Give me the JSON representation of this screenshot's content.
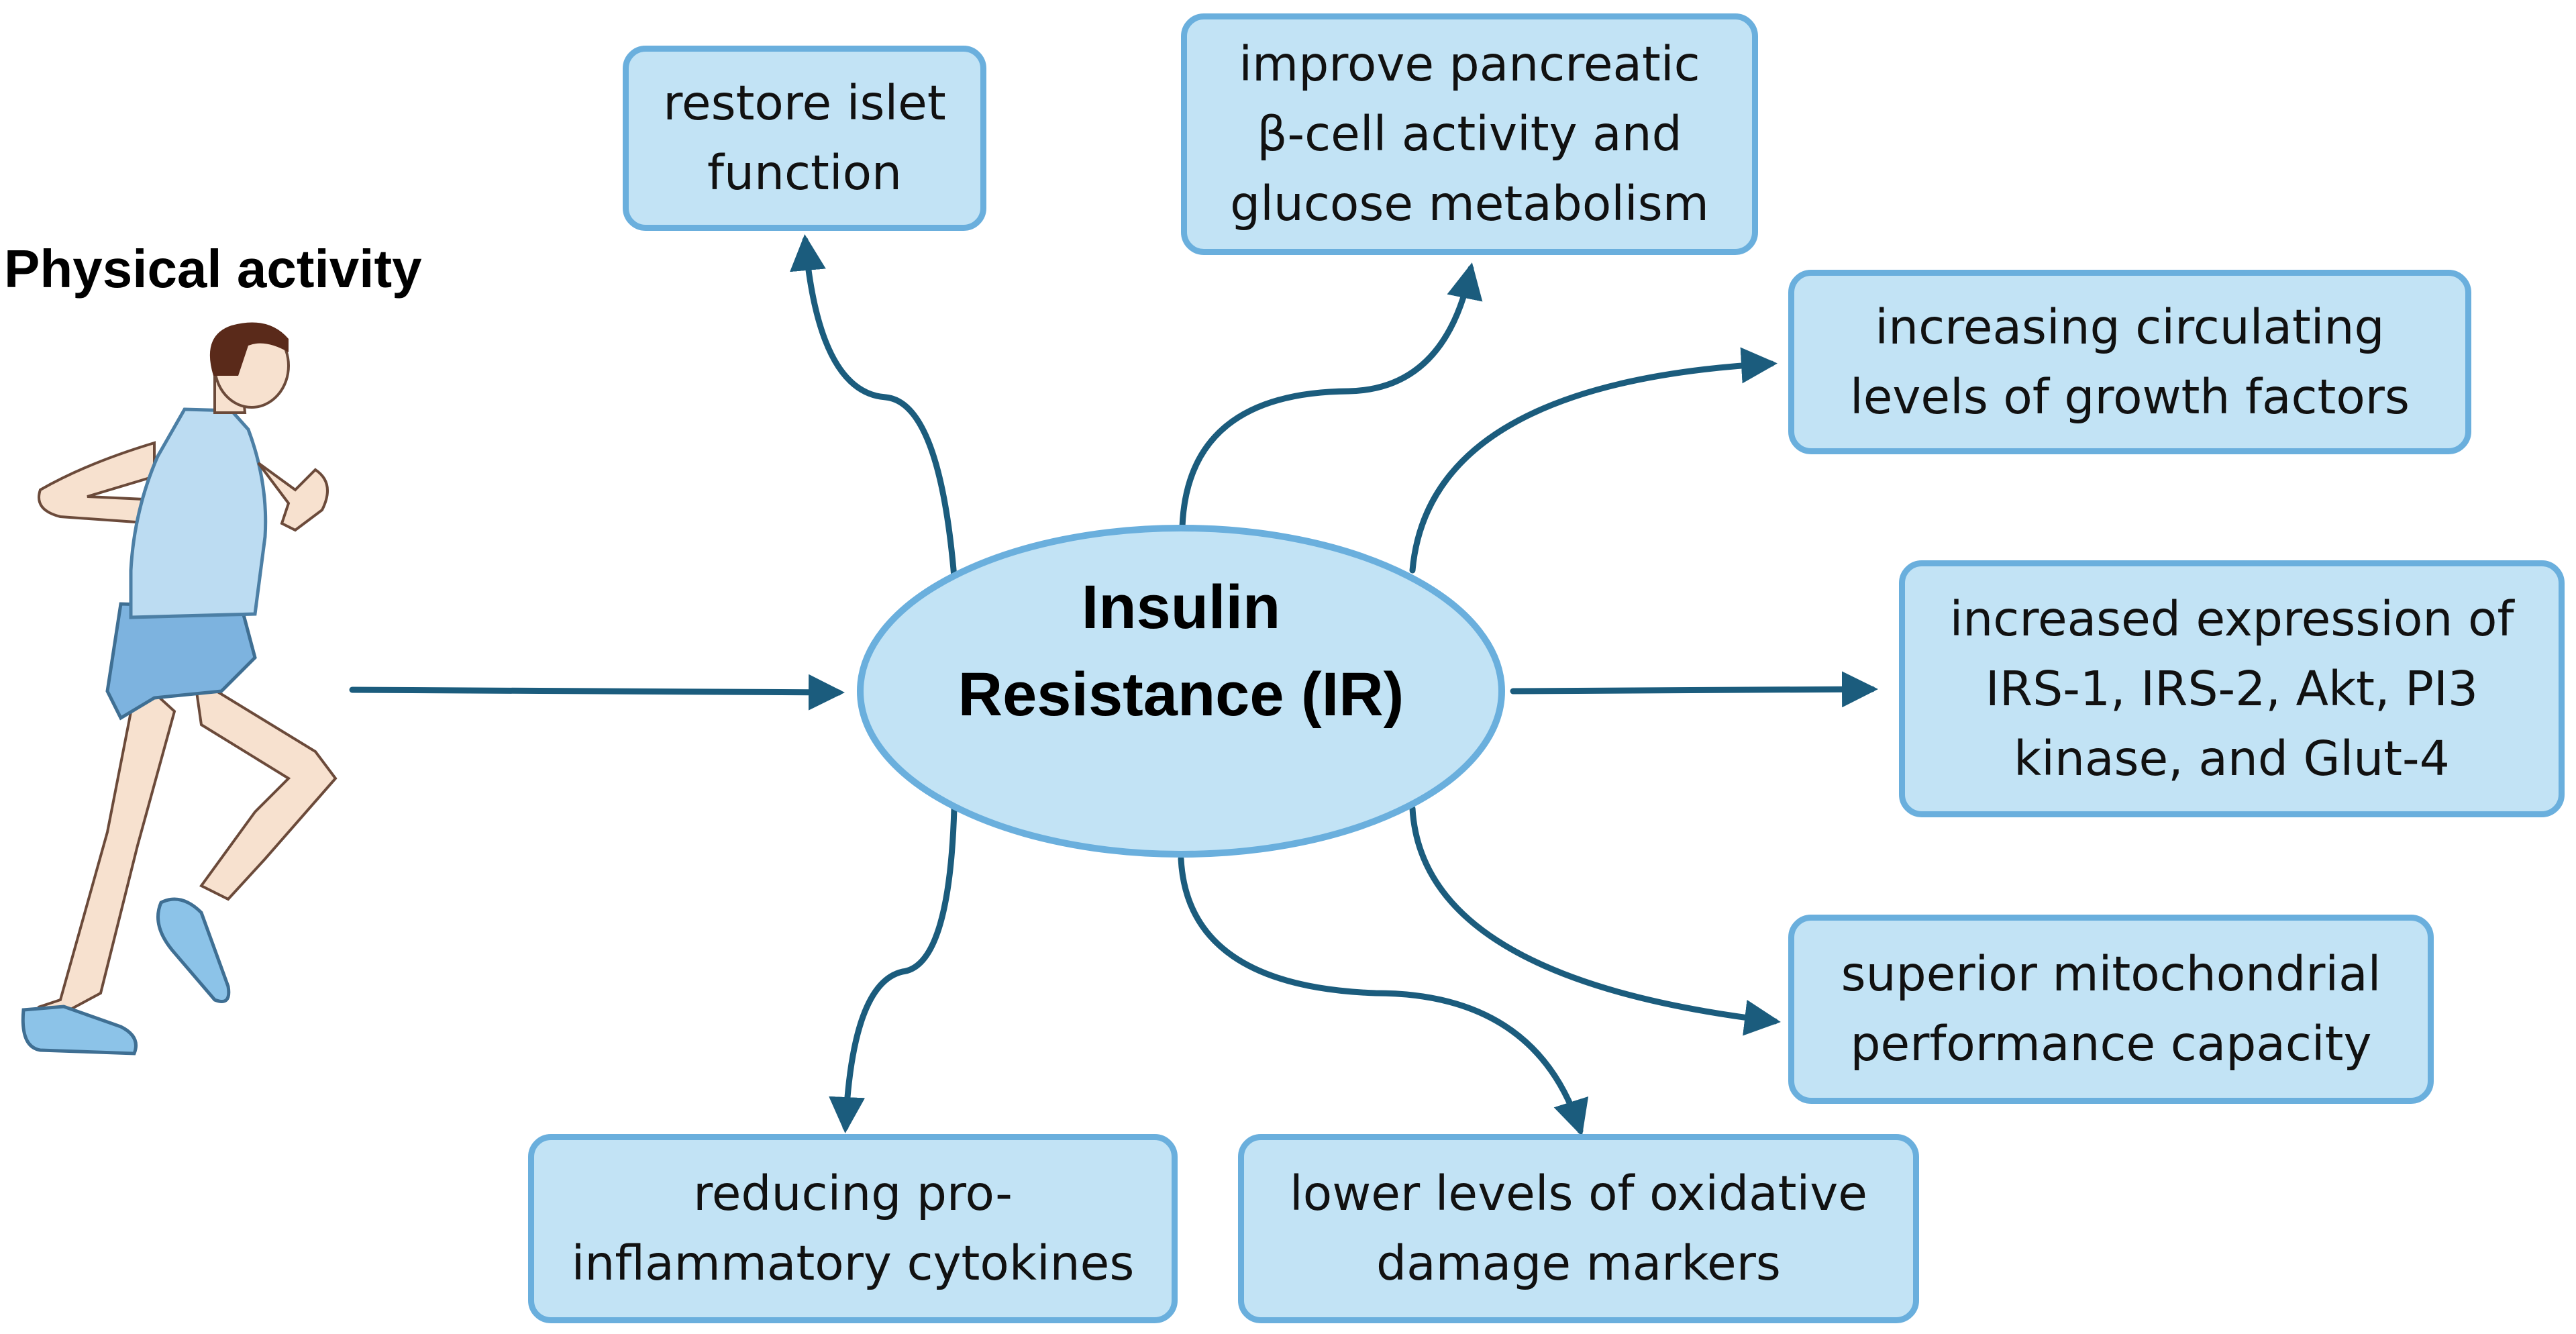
{
  "diagram": {
    "title": "Physical activity",
    "center": "Insulin\nResistance (IR)",
    "effects": [
      "restore islet\nfunction",
      "improve pancreatic\nβ-cell activity and\nglucose metabolism",
      "increasing circulating\nlevels of growth factors",
      "increased expression of\nIRS-1, IRS-2, Akt, PI3\nkinase, and Glut-4",
      "superior mitochondrial\nperformance capacity",
      "lower levels of oxidative\ndamage markers",
      "reducing pro-\ninflammatory cytokines"
    ]
  },
  "colors": {
    "box_fill": "#c2e3f5",
    "box_border": "#6aafdd",
    "arrow": "#1b5c7d"
  },
  "icons": [
    "runner-illustration"
  ]
}
